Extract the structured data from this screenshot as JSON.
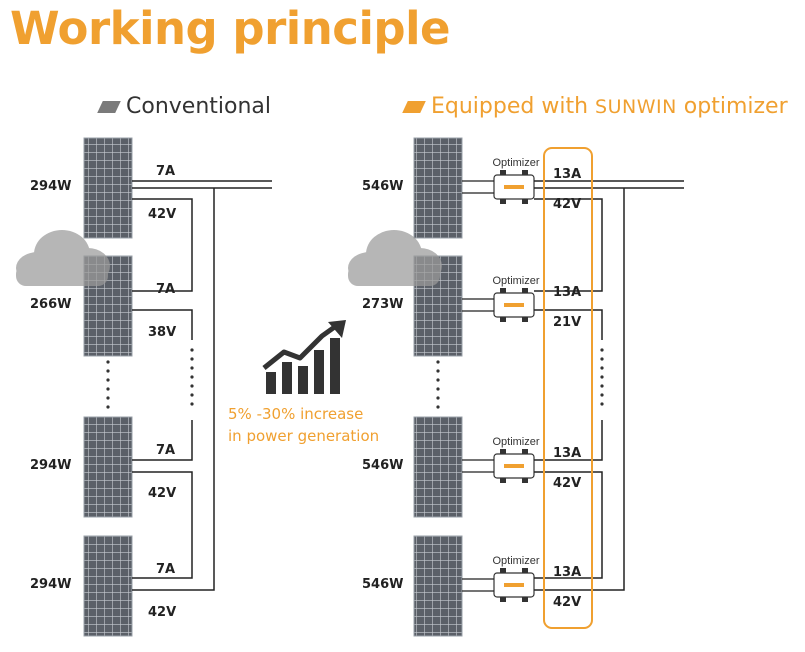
{
  "title": "Working principle",
  "left_header": "Conventional",
  "right_header_prefix": "Equipped with ",
  "right_header_brand": "SUNWIN",
  "right_header_suffix": " optimizer",
  "increase_line1": "5% -30% increase",
  "increase_line2": "in power generation",
  "optimizer_label": "Optimizer",
  "colors": {
    "accent": "#f0a030",
    "panel": "#5b6068",
    "cloud": "#9b9b9b"
  },
  "conventional": [
    {
      "power": "294W",
      "current": "7A",
      "voltage": "42V"
    },
    {
      "power": "266W",
      "current": "7A",
      "voltage": "38V"
    },
    {
      "power": "294W",
      "current": "7A",
      "voltage": "42V"
    },
    {
      "power": "294W",
      "current": "7A",
      "voltage": "42V"
    }
  ],
  "optimized": [
    {
      "power": "546W",
      "current": "13A",
      "voltage": "42V"
    },
    {
      "power": "273W",
      "current": "13A",
      "voltage": "21V"
    },
    {
      "power": "546W",
      "current": "13A",
      "voltage": "42V"
    },
    {
      "power": "546W",
      "current": "13A",
      "voltage": "42V"
    }
  ]
}
